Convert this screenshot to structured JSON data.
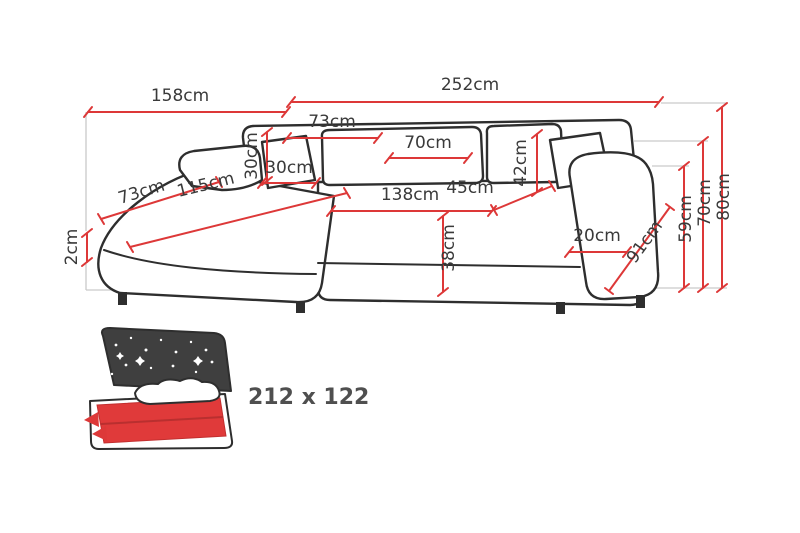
{
  "diagram": {
    "type": "corner-sofa-dimension-diagram",
    "colors": {
      "dimension_line": "#dd3838",
      "sofa_outline": "#2e2e2e",
      "label_text": "#3a3a3a",
      "extension_line": "#c9c9c9",
      "bed_icon_dark": "#3f3f3f",
      "bed_icon_red": "#e03a3a",
      "sleeping_label_text": "#4f4f4f"
    },
    "dimensions": {
      "width_left_section": "158cm",
      "width_total": "252cm",
      "chaise_back_width": "73cm",
      "chaise_back_height": "30cm",
      "pillow_width": "30cm",
      "seat_cushion_width": "70cm",
      "back_cushion_height": "42cm",
      "chaise_width": "73cm",
      "chaise_length": "115cm",
      "seat_width": "138cm",
      "seat_depth": "45cm",
      "seat_height": "38cm",
      "armrest_width": "20cm",
      "total_depth": "91cm",
      "armrest_height": "59cm",
      "backrest_height": "70cm",
      "total_height": "80cm",
      "leg_height": "2cm"
    },
    "sleeping_area": {
      "label": "212 x 122"
    }
  }
}
